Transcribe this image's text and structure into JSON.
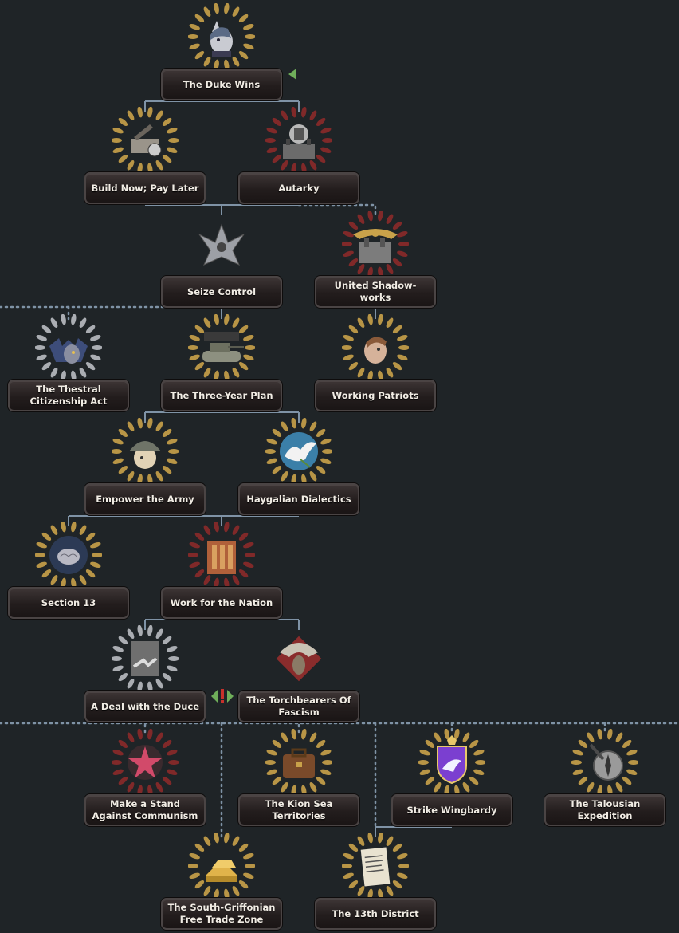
{
  "focus_tree": {
    "nodes": [
      {
        "id": "duke",
        "label": "The Duke Wins",
        "icon": "pony-portrait-icon",
        "ring": "gold",
        "accent": "#c9cbd2"
      },
      {
        "id": "build",
        "label": "Build Now; Pay Later",
        "icon": "construction-icon",
        "ring": "gold",
        "accent": "#9a948a"
      },
      {
        "id": "autarky",
        "label": "Autarky",
        "icon": "factory-gear-icon",
        "ring": "red",
        "accent": "#b8b8b8"
      },
      {
        "id": "seize",
        "label": "Seize Control",
        "icon": "eagle-emblem-icon",
        "ring": "none",
        "accent": "#9da0a6"
      },
      {
        "id": "united",
        "label": "United Shadow-works",
        "icon": "industry-eagle-icon",
        "ring": "red",
        "accent": "#c9a24a"
      },
      {
        "id": "thestral",
        "label": "The Thestral Citizenship Act",
        "icon": "bat-pony-icon",
        "ring": "silver",
        "accent": "#3d4d7a"
      },
      {
        "id": "threeyear",
        "label": "The Three-Year Plan",
        "icon": "tank-icon",
        "ring": "gold",
        "accent": "#8d9080"
      },
      {
        "id": "patriots",
        "label": "Working Patriots",
        "icon": "worker-pony-icon",
        "ring": "gold",
        "accent": "#d6b29a"
      },
      {
        "id": "army",
        "label": "Empower the Army",
        "icon": "soldier-helmet-icon",
        "ring": "gold",
        "accent": "#e2d3b6"
      },
      {
        "id": "haygalian",
        "label": "Haygalian Dialectics",
        "icon": "dove-icon",
        "ring": "gold",
        "accent": "#3b7fa8"
      },
      {
        "id": "section13",
        "label": "Section 13",
        "icon": "brain-icon",
        "ring": "gold",
        "accent": "#2c3a55"
      },
      {
        "id": "worknation",
        "label": "Work for the Nation",
        "icon": "ammunition-icon",
        "ring": "red",
        "accent": "#b0603a"
      },
      {
        "id": "dealduce",
        "label": "A Deal with the Duce",
        "icon": "handshake-icon",
        "ring": "silver",
        "accent": "#6f6f6f"
      },
      {
        "id": "torch",
        "label": "The Torchbearers Of Fascism",
        "icon": "griffon-eagle-icon",
        "ring": "none",
        "accent": "#8a2c2c"
      },
      {
        "id": "standcomm",
        "label": "Make a Stand Against Communism",
        "icon": "red-star-icon",
        "ring": "red",
        "accent": "#d24a6a"
      },
      {
        "id": "kion",
        "label": "The Kion Sea Territories",
        "icon": "briefcase-icon",
        "ring": "gold",
        "accent": "#7a4a2a"
      },
      {
        "id": "wingbardy",
        "label": "Strike Wingbardy",
        "icon": "purple-shield-icon",
        "ring": "gold",
        "accent": "#7b3fd0"
      },
      {
        "id": "talousian",
        "label": "The Talousian Expedition",
        "icon": "compass-icon",
        "ring": "gold",
        "accent": "#9a9a9a"
      },
      {
        "id": "southgriff",
        "label": "The South-Griffonian Free Trade Zone",
        "icon": "gold-bars-icon",
        "ring": "gold",
        "accent": "#e0b34a"
      },
      {
        "id": "district13",
        "label": "The 13th District",
        "icon": "document-icon",
        "ring": "gold",
        "accent": "#e8e2d0"
      }
    ],
    "markers": {
      "available_arrow": "green-arrow-icon",
      "exclusive_marker": "mutually-exclusive-icon"
    },
    "colors": {
      "background": "#1f2427",
      "solid_line": "#7f93a6",
      "dotted_line": "#7f93a6",
      "plate_text": "#f1ece4",
      "gold": "#c9a24a",
      "red_wreath": "#8b2a2a",
      "green_arrow": "#6fae5a",
      "exclusive_red": "#c8312b"
    }
  }
}
